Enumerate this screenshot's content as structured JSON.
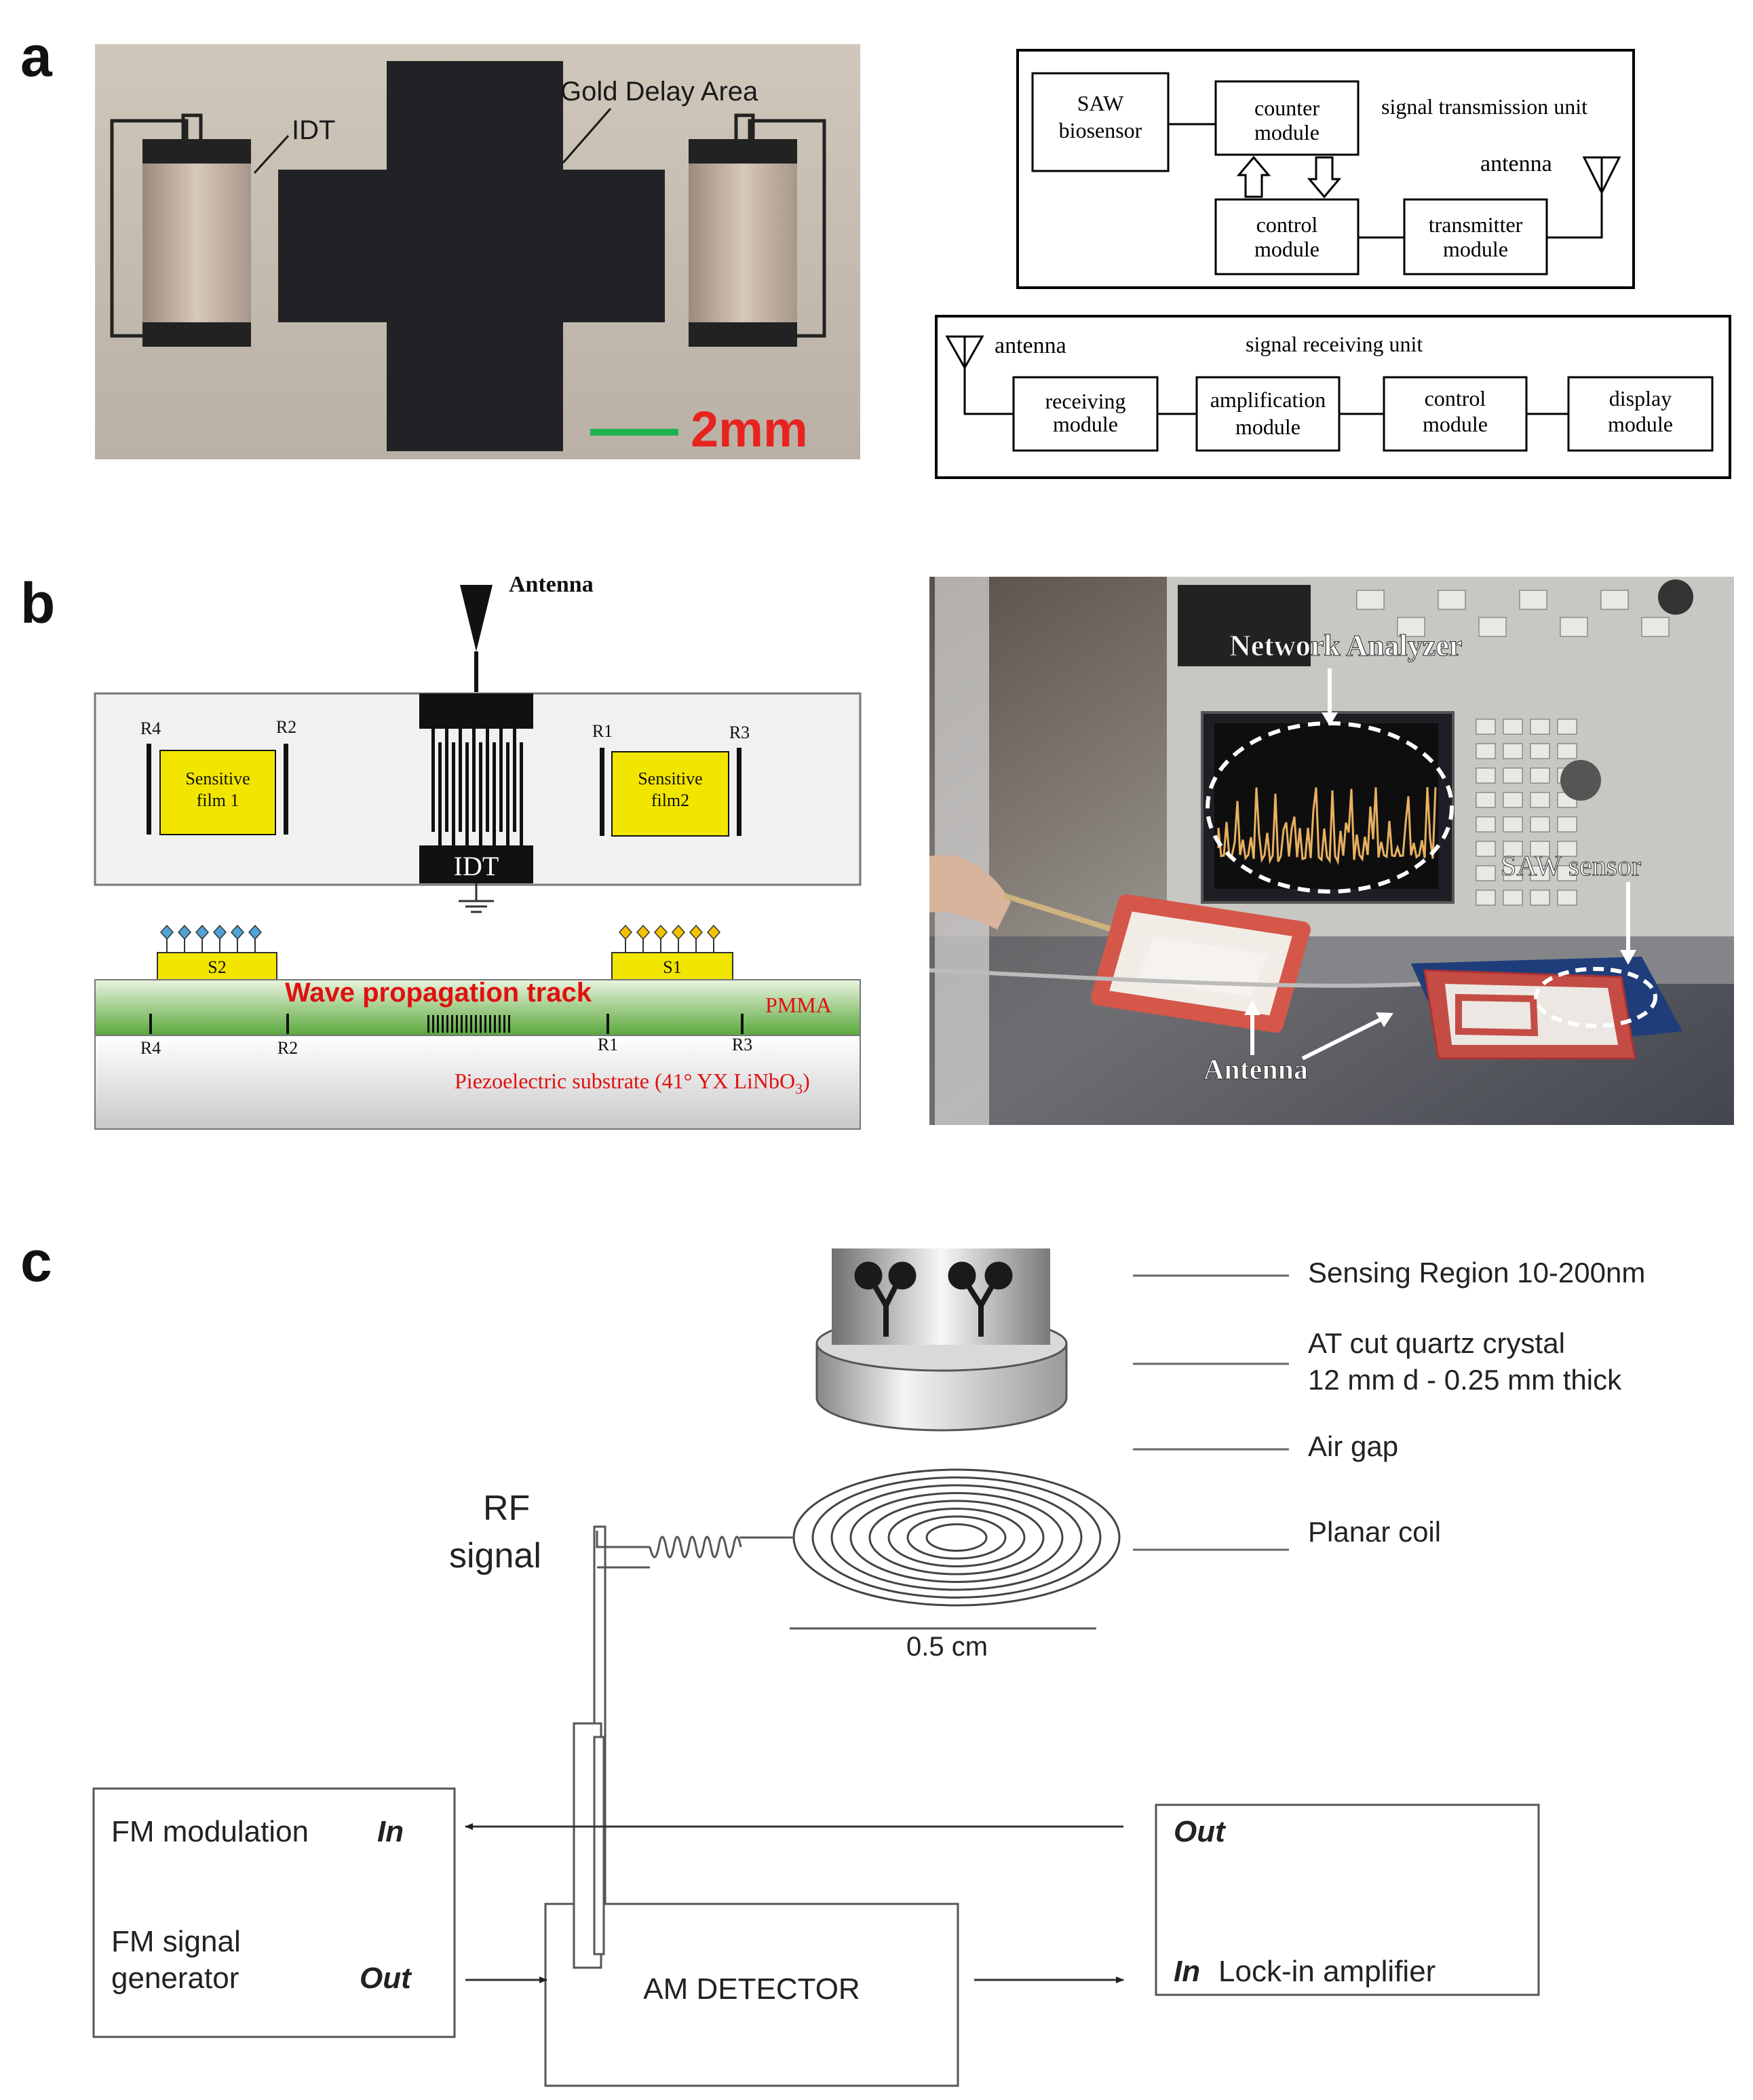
{
  "panel_a": {
    "label": "a",
    "photo": {
      "idt_label": "IDT",
      "gold_label": "Gold Delay Area",
      "scale_label": "2mm"
    },
    "transmission_unit": {
      "title": "signal transmission unit",
      "saw_line1": "SAW",
      "saw_line2": "biosensor",
      "counter_line1": "counter",
      "counter_line2": "module",
      "control_line1": "control",
      "control_line2": "module",
      "transmitter_line1": "transmitter",
      "transmitter_line2": "module",
      "antenna": "antenna"
    },
    "receiving_unit": {
      "title": "signal receiving unit",
      "antenna": "antenna",
      "receiving_line1": "receiving",
      "receiving_line2": "module",
      "amplification_line1": "amplification",
      "amplification_line2": "module",
      "control_line1": "control",
      "control_line2": "module",
      "display_line1": "display",
      "display_line2": "module"
    }
  },
  "panel_b": {
    "label": "b",
    "antenna": "Antenna",
    "reflectors": {
      "r1": "R1",
      "r2": "R2",
      "r3": "R3",
      "r4": "R4"
    },
    "film1_line1": "Sensitive",
    "film1_line2": "film 1",
    "film2_line1": "Sensitive",
    "film2_line2": "film2",
    "idt": "IDT",
    "s1": "S1",
    "s2": "S2",
    "track": "Wave propagation track",
    "pmma": "PMMA",
    "substrate": "Piezoelectric substrate (41° YX LiNbO",
    "substrate_sub": "3",
    "substrate_end": ")",
    "photo": {
      "analyzer": "Network Analyzer",
      "sensor": "SAW sensor",
      "antenna": "Antenna"
    }
  },
  "panel_c": {
    "label": "c",
    "sensing": "Sensing Region 10-200nm",
    "crystal_line1": "AT cut quartz crystal",
    "crystal_line2": "12 mm d - 0.25 mm thick",
    "airgap": "Air gap",
    "coil": "Planar coil",
    "scale": "0.5 cm",
    "rf_line1": "RF",
    "rf_line2": "signal",
    "fm_modulation": "FM modulation",
    "fm_in": "In",
    "fm_signal_line1": "FM signal",
    "fm_signal_line2": "generator",
    "fm_out": "Out",
    "am_detector": "AM DETECTOR",
    "lockin_out": "Out",
    "lockin_in": "In",
    "lockin_label": "Lock-in amplifier"
  },
  "colors": {
    "sensitive_film": "#f2e600",
    "track_red": "#e01010",
    "pmma_green": "#6bb34a",
    "scale_red": "#e8231f",
    "scale_green": "#1db34a"
  }
}
